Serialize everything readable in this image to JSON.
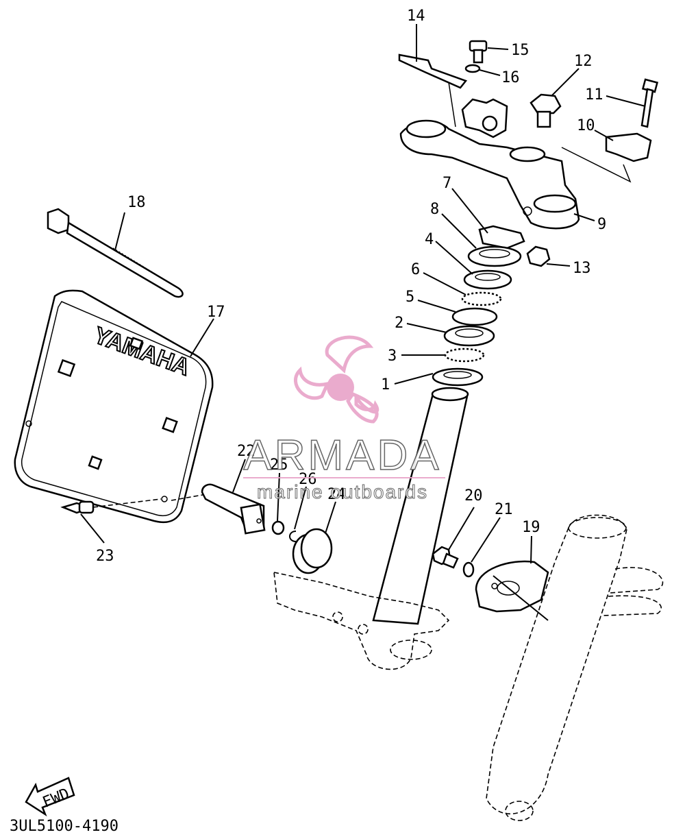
{
  "diagram": {
    "code": "3UL5100-4190",
    "fwd_label": "FWD",
    "plate_text": "YAMAHA",
    "callouts": [
      "1",
      "2",
      "3",
      "4",
      "5",
      "6",
      "7",
      "8",
      "9",
      "10",
      "11",
      "12",
      "13",
      "14",
      "15",
      "16",
      "17",
      "18",
      "19",
      "20",
      "21",
      "22",
      "23",
      "24",
      "25",
      "26"
    ]
  },
  "watermark": {
    "brand": "ARMADA",
    "tagline": "marine outboards",
    "color": "#e8a2c8"
  }
}
